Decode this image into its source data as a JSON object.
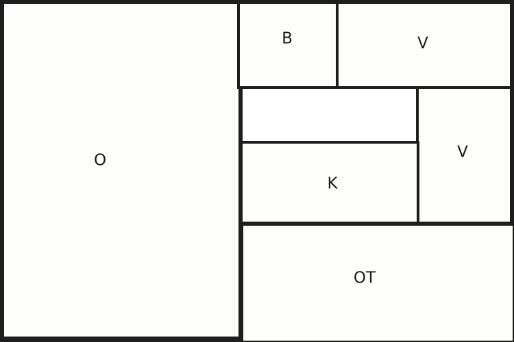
{
  "diagram": {
    "rooms": [
      {
        "id": "o",
        "label": "O"
      },
      {
        "id": "b",
        "label": "B"
      },
      {
        "id": "v-top",
        "label": "V"
      },
      {
        "id": "v-right",
        "label": "V"
      },
      {
        "id": "k",
        "label": "K"
      },
      {
        "id": "ot",
        "label": "OT"
      }
    ]
  }
}
